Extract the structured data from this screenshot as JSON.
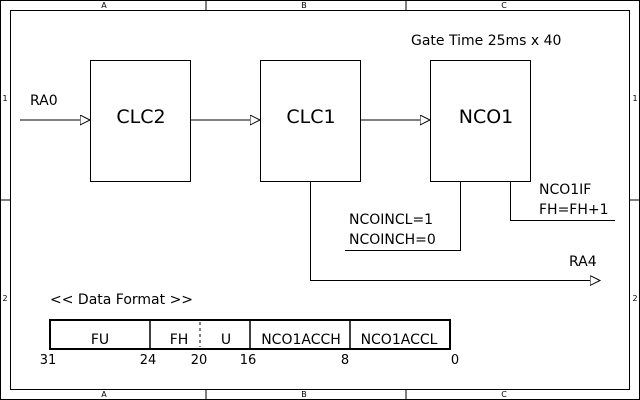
{
  "colors": {
    "line": "#000000",
    "background": "#ffffff"
  },
  "frame": {
    "columns": [
      "A",
      "B",
      "C"
    ],
    "rows": [
      "1",
      "2"
    ]
  },
  "diagram": {
    "gate_time": "Gate Time 25ms x 40",
    "input": "RA0",
    "blocks": [
      "CLC2",
      "CLC1",
      "NCO1"
    ],
    "nco_settings": [
      "NCOINCL=1",
      "NCOINCH=0"
    ],
    "nco_flag": [
      "NCO1IF",
      "FH=FH+1"
    ],
    "output": "RA4"
  },
  "data_format": {
    "title": "<< Data Format >>",
    "fields": [
      "FU",
      "FH",
      "U",
      "NCO1ACCH",
      "NCO1ACCL"
    ],
    "bit_labels": [
      "31",
      "24",
      "20",
      "16",
      "8",
      "0"
    ]
  }
}
